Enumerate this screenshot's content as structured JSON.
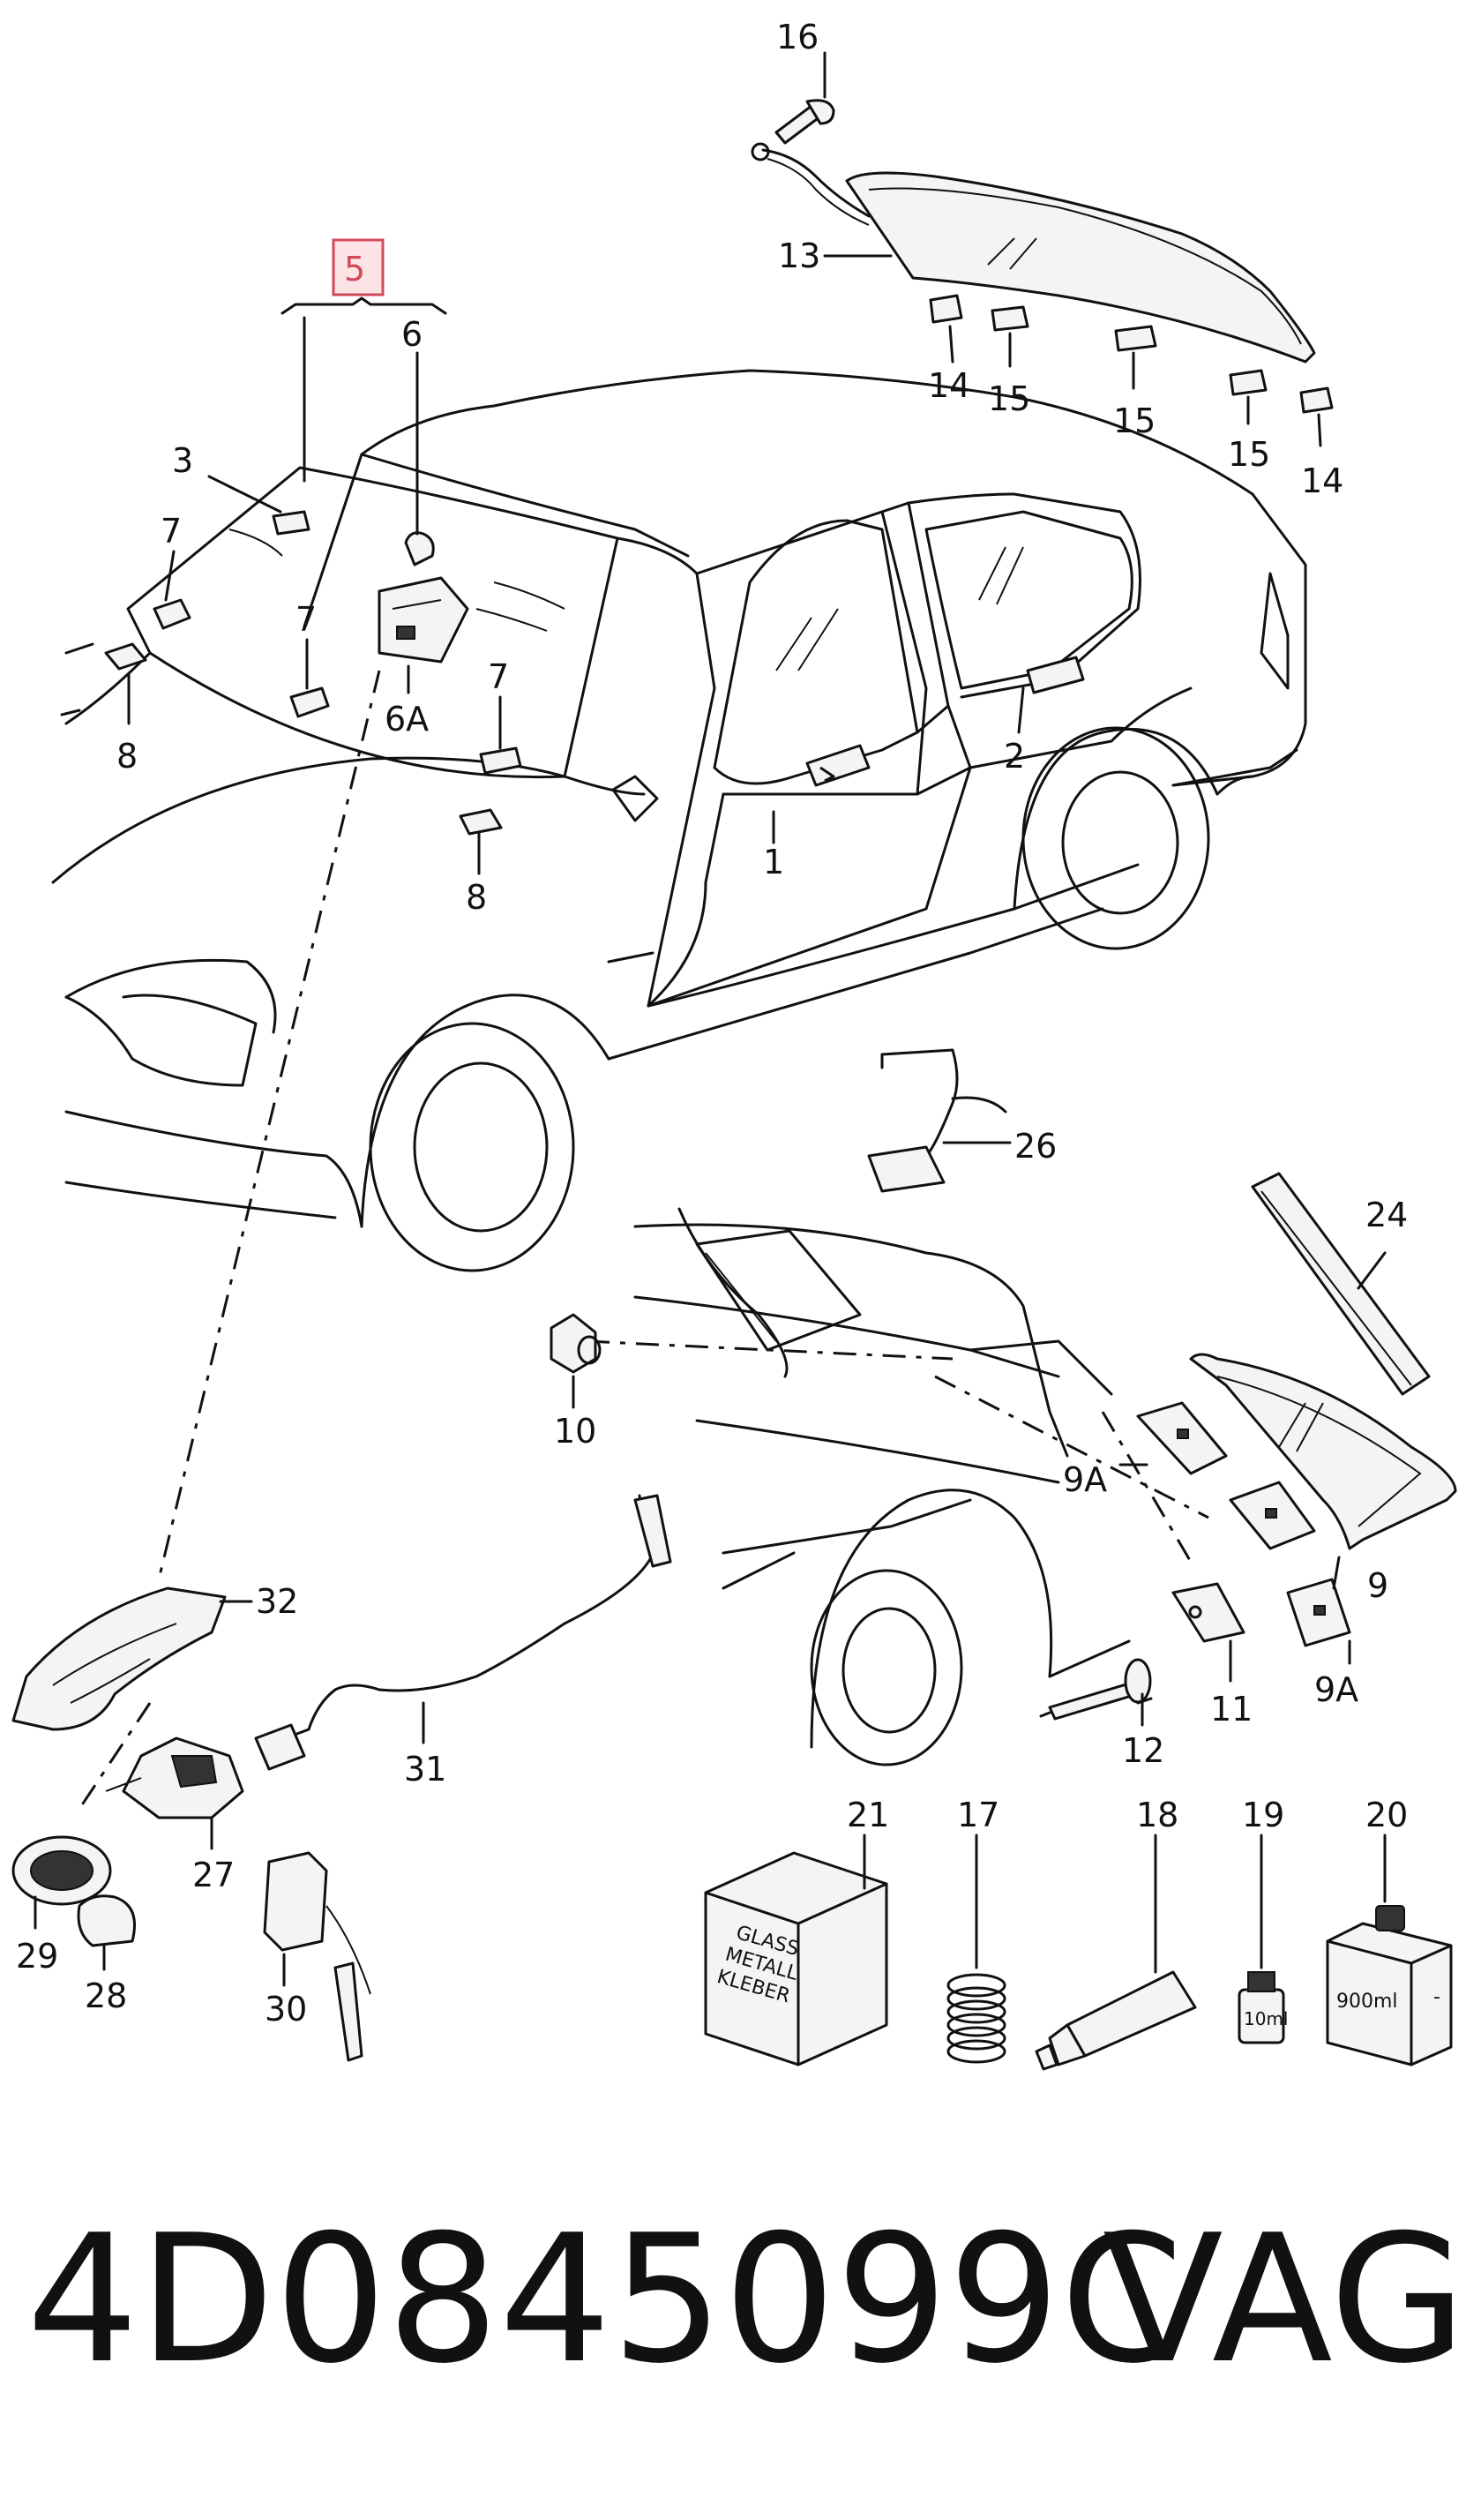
{
  "callouts": {
    "c1": "1",
    "c2": "2",
    "c3": "3",
    "c5": "5",
    "c6": "6",
    "c6a": "6A",
    "c7a": "7",
    "c7b": "7",
    "c7c": "7",
    "c8a": "8",
    "c8b": "8",
    "c9": "9",
    "c9a1": "9A",
    "c9a2": "9A",
    "c10": "10",
    "c11": "11",
    "c12": "12",
    "c13": "13",
    "c14a": "14",
    "c14b": "14",
    "c15a": "15",
    "c15b": "15",
    "c15c": "15",
    "c16": "16",
    "c17": "17",
    "c18": "18",
    "c19": "19",
    "c20": "20",
    "c21": "21",
    "c24": "24",
    "c26": "26",
    "c27": "27",
    "c28": "28",
    "c29": "29",
    "c30": "30",
    "c31": "31",
    "c32": "32"
  },
  "box_text": {
    "line1": "GLASS",
    "line2": "METALL",
    "line3": "KLEBER"
  },
  "vial_text": "10ml",
  "jug_text": "900ml",
  "footer": {
    "part_number": "4D0845099C",
    "brand": "VAG"
  },
  "colors": {
    "highlight": "#d24a5a",
    "highlight_fill": "#fbe3e6"
  }
}
